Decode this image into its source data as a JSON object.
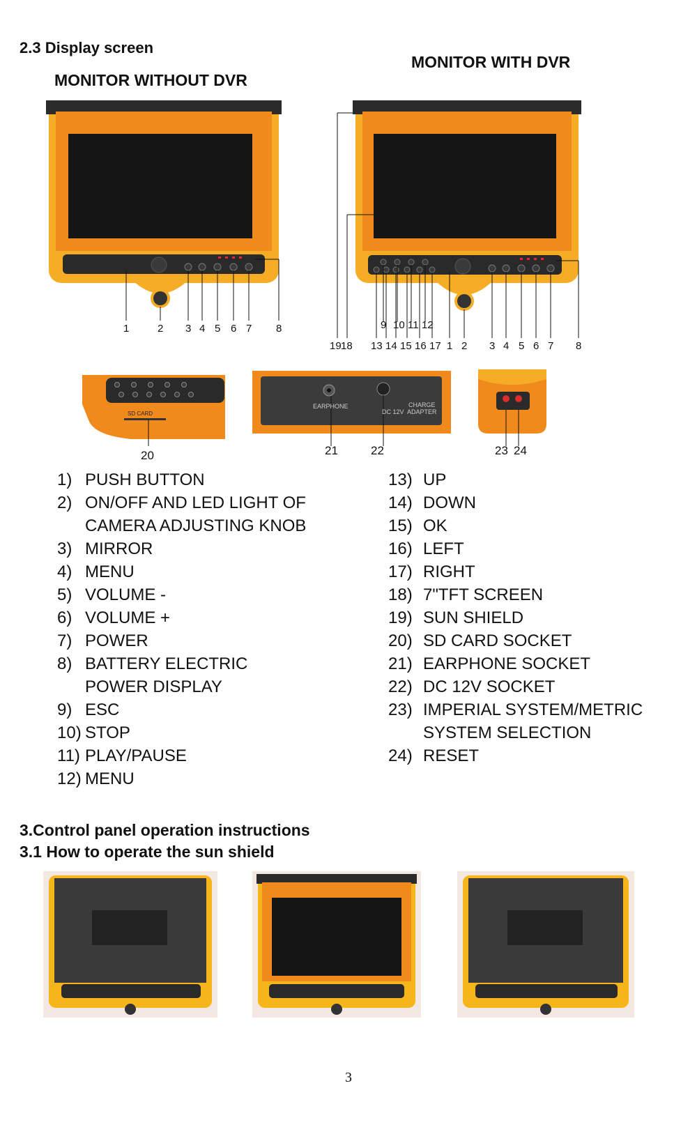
{
  "section_title": "2.3 Display screen",
  "heading_left": "MONITOR WITHOUT DVR",
  "heading_right": "MONITOR WITH DVR",
  "callouts_left": [
    "1",
    "2",
    "3",
    "4",
    "5",
    "6",
    "7",
    "8"
  ],
  "callouts_right_top": [
    "9",
    "10",
    "11",
    "12"
  ],
  "callouts_right_bottom": [
    "19",
    "18",
    "13",
    "14",
    "15",
    "16",
    "17",
    "1",
    "2",
    "3",
    "4",
    "5",
    "6",
    "7",
    "8"
  ],
  "detail_labels": {
    "sd_panel_text": "SD CARD",
    "earphone": "EARPHONE",
    "charge": "CHARGE",
    "adapter": "DC 12V  ADAPTER",
    "c20": "20",
    "c21": "21",
    "c22": "22",
    "c23": "23",
    "c24": "24"
  },
  "list_left": [
    {
      "n": "1)",
      "t": "PUSH BUTTON"
    },
    {
      "n": "2)",
      "t": "ON/OFF AND LED LIGHT OF"
    },
    {
      "n": "",
      "t": "CAMERA ADJUSTING KNOB"
    },
    {
      "n": "3)",
      "t": "MIRROR"
    },
    {
      "n": "4)",
      "t": "MENU"
    },
    {
      "n": "5)",
      "t": "VOLUME -"
    },
    {
      "n": "6)",
      "t": "VOLUME +"
    },
    {
      "n": "7)",
      "t": "POWER"
    },
    {
      "n": "8)",
      "t": "BATTERY ELECTRIC"
    },
    {
      "n": "",
      "t": "POWER DISPLAY"
    },
    {
      "n": "9)",
      "t": "ESC"
    },
    {
      "n": "10)",
      "t": "STOP"
    },
    {
      "n": "11)",
      "t": "PLAY/PAUSE"
    },
    {
      "n": "12)",
      "t": "MENU"
    }
  ],
  "list_right": [
    {
      "n": "13)",
      "t": "UP"
    },
    {
      "n": "14)",
      "t": "DOWN"
    },
    {
      "n": "15)",
      "t": "OK"
    },
    {
      "n": "16)",
      "t": "LEFT"
    },
    {
      "n": "17)",
      "t": "RIGHT"
    },
    {
      "n": "18)",
      "t": "7\"TFT SCREEN"
    },
    {
      "n": "19)",
      "t": "SUN SHIELD"
    },
    {
      "n": "20)",
      "t": "SD CARD SOCKET"
    },
    {
      "n": "21)",
      "t": "EARPHONE SOCKET"
    },
    {
      "n": "22)",
      "t": "DC 12V SOCKET"
    },
    {
      "n": "23)",
      "t": "IMPERIAL SYSTEM/METRIC"
    },
    {
      "n": "",
      "t": "SYSTEM SELECTION"
    },
    {
      "n": "24)",
      "t": "RESET"
    }
  ],
  "section3_title": "3.Control panel operation instructions",
  "section31_title": "3.1 How to operate the sun shield",
  "page_number": "3",
  "colors": {
    "orange": "#f39a1e",
    "dark": "#2a2a2a",
    "screen": "#151515",
    "yellow": "#f6b51b"
  }
}
